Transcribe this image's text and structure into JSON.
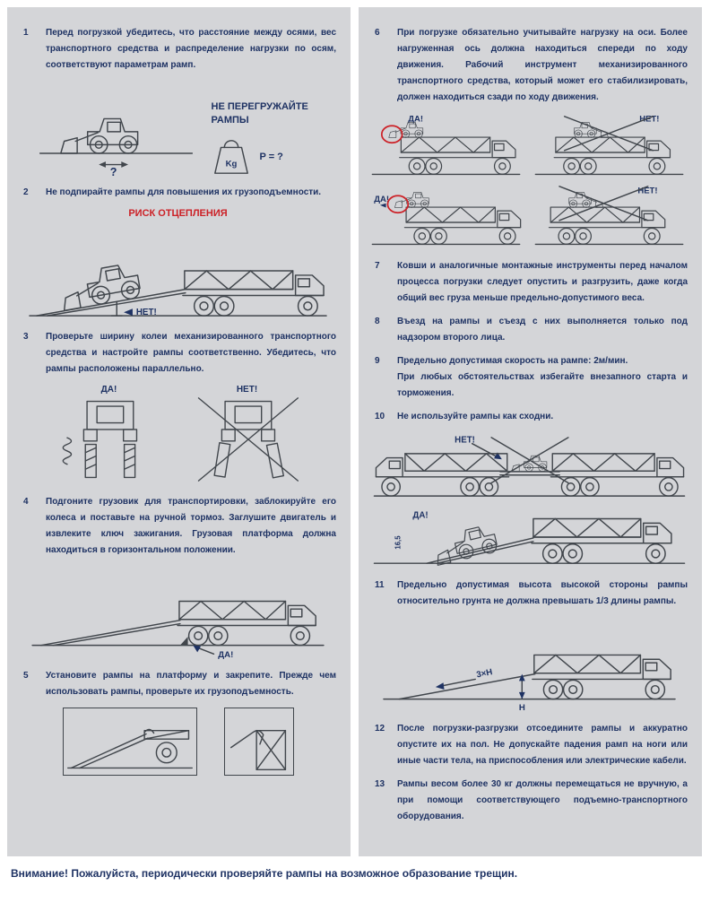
{
  "labels": {
    "yes": "ДА!",
    "no": "НЕТ!",
    "kg": "Kg",
    "p_eq": "P = ?",
    "question": "?",
    "dont_overload": "НЕ ПЕРЕГРУЖАЙТЕ РАМПЫ",
    "risk": "РИСК ОТЦЕПЛЕНИЯ",
    "ramp_len": "3×H",
    "height": "H",
    "dim": "16,5"
  },
  "items": [
    {
      "num": "1",
      "text": "Перед погрузкой убедитесь, что расстояние между осями, вес транспортного средства и распределение нагрузки по осям, соответствуют параметрам рамп."
    },
    {
      "num": "2",
      "text": "Не подпирайте рампы для повышения их грузоподъемности."
    },
    {
      "num": "3",
      "text": "Проверьте ширину колеи механизированного транспортного средства и настройте рампы соответственно. Убедитесь, что рампы расположены параллельно."
    },
    {
      "num": "4",
      "text": "Подгоните грузовик для транспортировки, заблокируйте его колеса и поставьте на ручной тормоз. Заглушите двигатель и извлеките ключ зажигания. Грузовая платформа должна находиться в горизонтальном положении."
    },
    {
      "num": "5",
      "text": "Установите рампы на платформу и закрепите. Прежде чем использовать рампы, проверьте их грузоподъемность."
    },
    {
      "num": "6",
      "text": "При погрузке обязательно учитывайте нагрузку на оси. Более нагруженная ось должна находиться спереди по ходу движения. Рабочий инструмент механизированного транспортного средства, который может его стабилизировать, должен находиться сзади по ходу движения."
    },
    {
      "num": "7",
      "text": "Ковши и аналогичные монтажные инструменты перед началом процесса погрузки следует опустить и разгрузить, даже когда общий вес груза меньше предельно-допустимого веса."
    },
    {
      "num": "8",
      "text": "Въезд на рампы и съезд с них выполняется только под надзором второго лица."
    },
    {
      "num": "9",
      "text": "Предельно допустимая скорость на рампе: 2м/мин.\nПри любых обстоятельствах избегайте внезапного старта и торможения."
    },
    {
      "num": "10",
      "text": "Не используйте рампы как сходни."
    },
    {
      "num": "11",
      "text": "Предельно допустимая высота высокой стороны рампы относительно грунта не должна превышать 1/3 длины рампы."
    },
    {
      "num": "12",
      "text": "После погрузки-разгрузки отсоедините рампы и аккуратно опустите их на пол. Не допускайте падения рамп на ноги или иные части тела,  на приспособления или электрические кабели."
    },
    {
      "num": "13",
      "text": "Рампы весом более 30 кг должны перемещаться не вручную, а при помощи соответствующего подъемно-транспортного оборудования."
    }
  ],
  "footer": "Внимание! Пожалуйста, периодически проверяйте рампы на возможное образование трещин."
}
